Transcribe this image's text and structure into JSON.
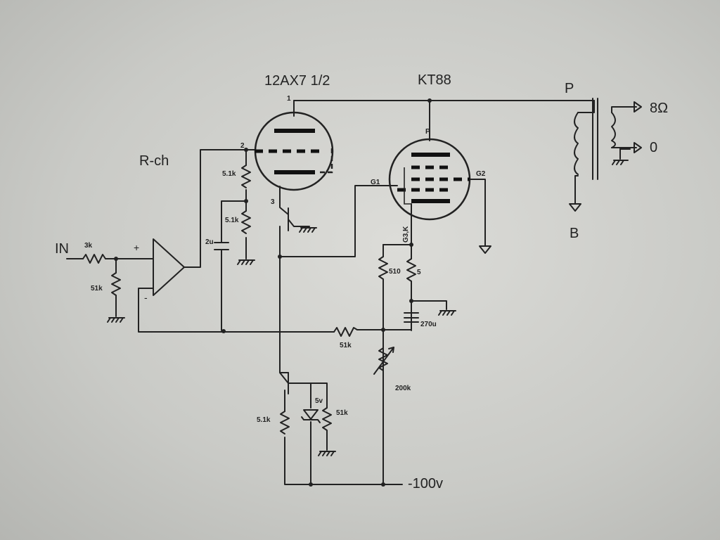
{
  "tubes": {
    "preamp": "12AX7 1/2",
    "power": "KT88"
  },
  "channel": "R-ch",
  "input": "IN",
  "opamp": {
    "plus": "+",
    "minus": "-"
  },
  "pins": {
    "p1": "1",
    "p2": "2",
    "p3": "3"
  },
  "kt88_pins": {
    "g1": "G1",
    "g2": "G2",
    "plate": "P",
    "cathode": "G3,K"
  },
  "transformer": {
    "plate": "P",
    "out_8": "8Ω",
    "out_0": "0",
    "b_plus": "B"
  },
  "components": {
    "r_in": "3k",
    "r_in_shunt": "51k",
    "r_grid_top": "5.1k",
    "r_grid_bottom": "5.1k",
    "cap_grid": "2u",
    "r_feedback": "51k",
    "r_k510": "510",
    "r_k5": "5",
    "cap_k": "270u",
    "pot": "200k",
    "r_cs_emitter": "5.1k",
    "zener": "5v",
    "r_zener": "51k"
  },
  "supply": "-100v"
}
